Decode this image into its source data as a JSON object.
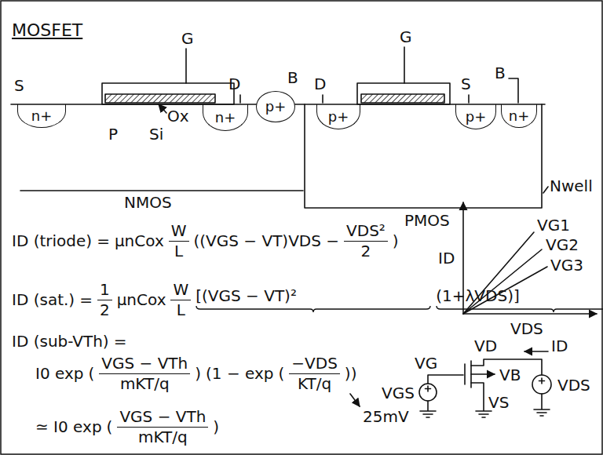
{
  "diagram": {
    "title": "MOSFET",
    "nodes": [
      {
        "text": [
          "n+"
        ]
      },
      {
        "text": [
          "n+"
        ]
      },
      {
        "text": [
          "p+"
        ]
      },
      {
        "text": [
          "p+"
        ]
      },
      {
        "text": [
          "p+"
        ]
      },
      {
        "text": [
          "n+"
        ]
      }
    ],
    "labels": [
      "S",
      "G",
      "D",
      "B",
      "Ox",
      "P",
      "Si",
      "NMOS",
      "D",
      "G",
      "S",
      "B",
      "PMOS",
      "Nwell",
      "ID (triode)",
      "=",
      "μnCox",
      "W",
      "L",
      "((VGS − VT)VDS −",
      "VDS²",
      "2",
      ")",
      "ID",
      "VG1",
      "VG2",
      "VG3",
      "VDS",
      "ID (sat.)",
      "=",
      "1",
      "2",
      "μnCox",
      "W",
      "L",
      "[(VGS − VT)²",
      "(1+λVDS)]",
      "ID (sub-VTh)",
      "=",
      "I0 exp",
      "(",
      "VGS − VTh",
      "mKT/q",
      ")",
      "(1 − exp",
      "(",
      "−VDS",
      "KT/q",
      "))",
      "25mV",
      "≃ I0 exp",
      "(",
      "VGS − VTh",
      "mKT/q",
      ")",
      "VG",
      "VD",
      "ID",
      "VB",
      "VS",
      "VGS",
      "VDS"
    ]
  }
}
